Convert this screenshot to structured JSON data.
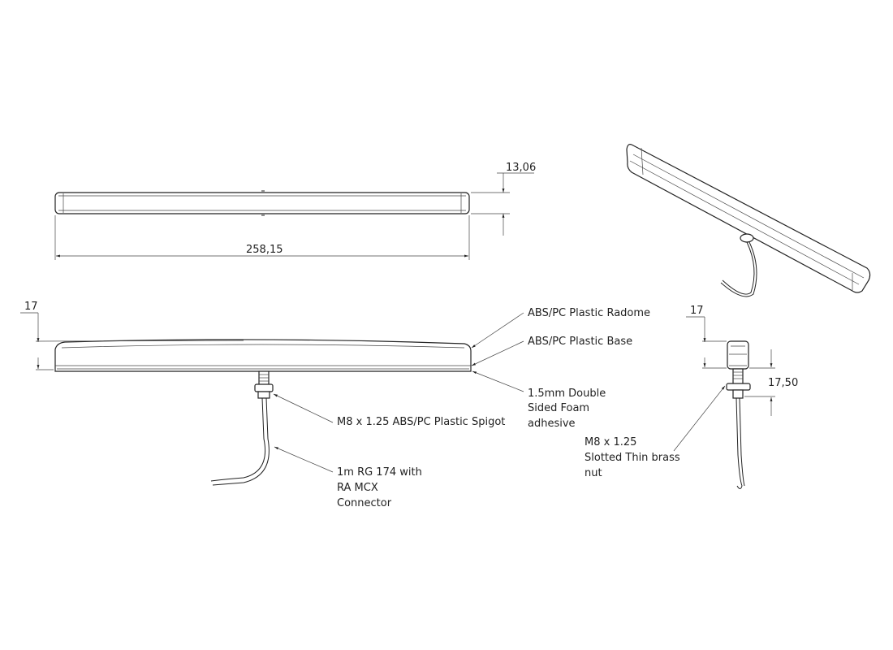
{
  "dimensions": {
    "top_height": "13,06",
    "top_length": "258,15",
    "front_height": "17",
    "side_width": "17",
    "side_spigot": "17,50"
  },
  "callouts": {
    "radome": "ABS/PC Plastic Radome",
    "base": "ABS/PC Plastic Base",
    "adhesive": [
      "1.5mm Double",
      "Sided Foam",
      "adhesive"
    ],
    "spigot": "M8 x 1.25 ABS/PC Plastic Spigot",
    "cable": [
      "1m RG 174  with",
      "RA MCX",
      "Connector"
    ],
    "nut": [
      "M8 x 1.25",
      "Slotted Thin brass",
      "nut"
    ]
  }
}
